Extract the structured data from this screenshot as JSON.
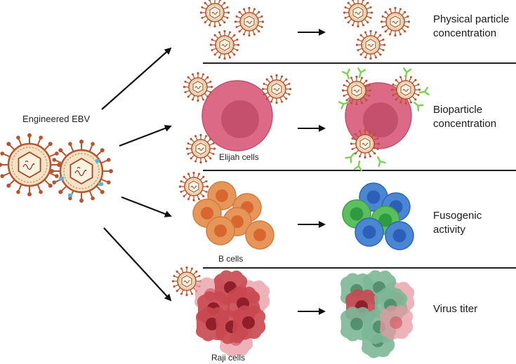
{
  "source_label": "Engineered EBV",
  "assays": [
    {
      "title": "Physical particle concentration",
      "lines": [
        "Physical particle",
        "concentration"
      ],
      "cell_label": ""
    },
    {
      "title": "Bioparticle concentration",
      "lines": [
        "Bioparticle",
        "concentration"
      ],
      "cell_label": "Elijah cells"
    },
    {
      "title": "Fusogenic activity",
      "lines": [
        "Fusogenic",
        "activity"
      ],
      "cell_label": "B cells"
    },
    {
      "title": "Virus titer",
      "lines": [
        "Virus titer"
      ],
      "cell_label": "Raji cells"
    }
  ],
  "colors": {
    "virus_outer": "#b5552f",
    "virus_fill": "#f6e2c4",
    "elijah_cell": "#dc6a86",
    "b_cell": "#e7965a",
    "blue_cell": "#4a86d3",
    "green_cell": "#5cbf5e",
    "raji_red": "#c94750",
    "raji_green": "#6ca98a",
    "antibody": "#7fcf57",
    "arrow": "#111111",
    "divider": "#222222"
  }
}
